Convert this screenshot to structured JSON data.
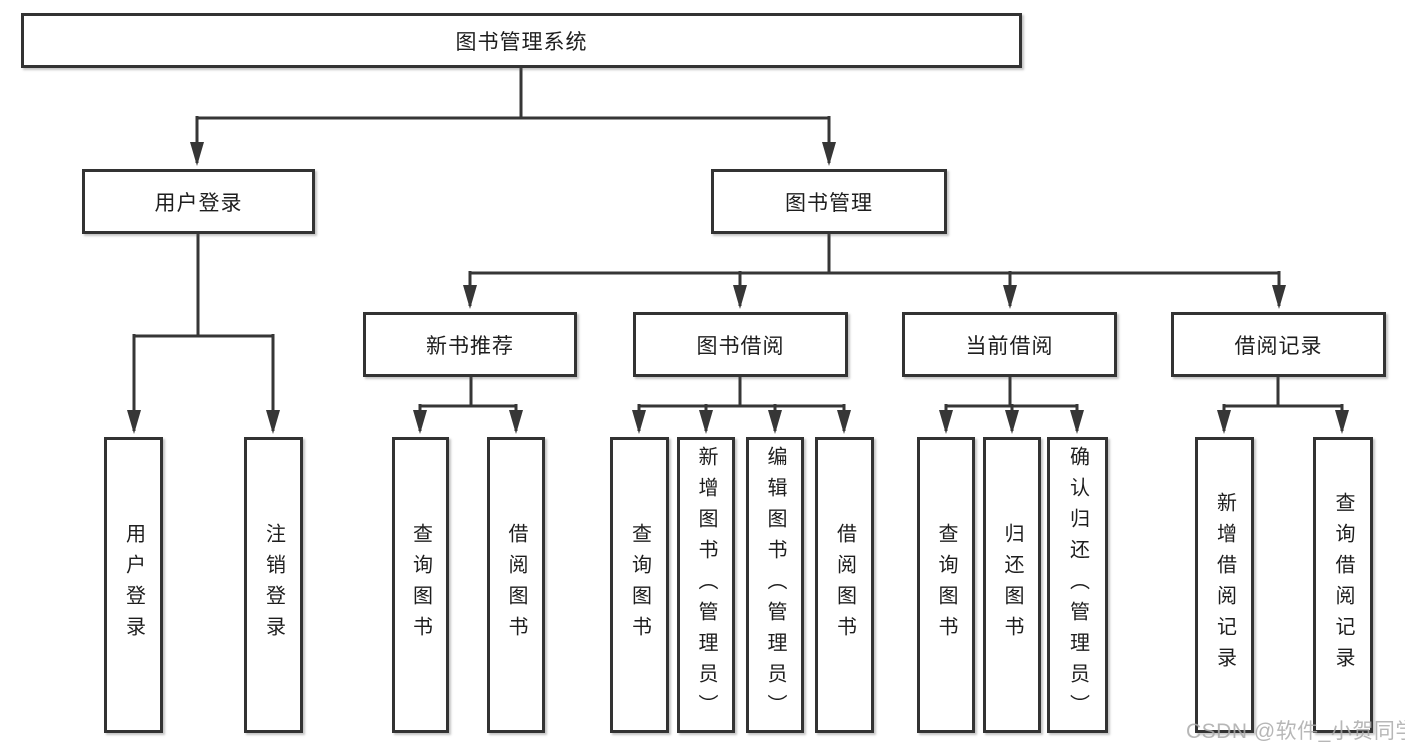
{
  "diagram": {
    "title": "图书管理系统",
    "tree": {
      "root": {
        "label": "图书管理系统"
      },
      "level2": [
        {
          "label": "用户登录"
        },
        {
          "label": "图书管理"
        }
      ],
      "level3": [
        {
          "label": "新书推荐"
        },
        {
          "label": "图书借阅"
        },
        {
          "label": "当前借阅"
        },
        {
          "label": "借阅记录"
        }
      ],
      "leaves": {
        "login": [
          "用户登录",
          "注销登录"
        ],
        "recommend": [
          "查询图书",
          "借阅图书"
        ],
        "borrow": [
          "查询图书",
          "新增图书（管理员）",
          "编辑图书（管理员）",
          "借阅图书"
        ],
        "current": [
          "查询图书",
          "归还图书",
          "确认归还（管理员）"
        ],
        "records": [
          "新增借阅记录",
          "查询借阅记录"
        ]
      }
    },
    "colors": {
      "line": "#363636",
      "box_border": "#333333",
      "text": "#1e1e1e",
      "background": "#ffffff",
      "watermark": "#aaaaaa"
    }
  },
  "watermark": "CSDN @软件_小贺同学"
}
